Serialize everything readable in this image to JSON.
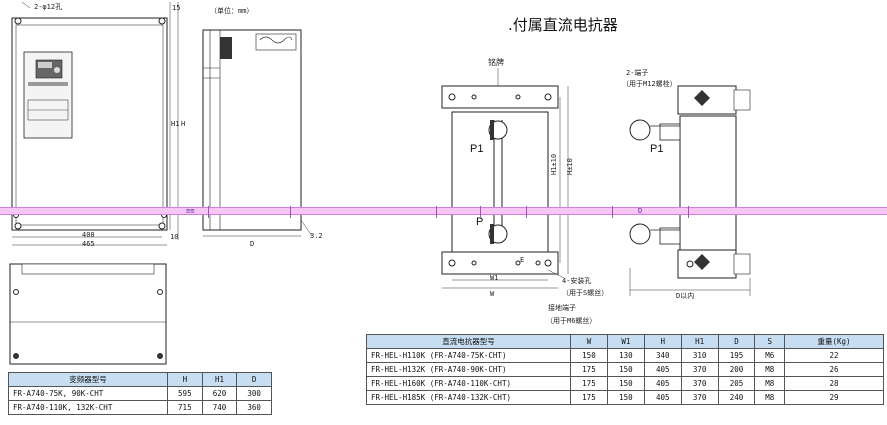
{
  "left_drawing": {
    "hole_label": "2-φ12孔",
    "unit_label": "（单位：mm）",
    "dim_15": "15",
    "dim_H1": "H1",
    "dim_H": "H",
    "dim_10": "10",
    "dim_400": "400",
    "dim_465": "465",
    "dim_D": "D",
    "dim_32": "3.2"
  },
  "inverter_table": {
    "headers": [
      "变频器型号",
      "H",
      "H1",
      "D"
    ],
    "rows": [
      [
        "FR-A740-75K, 90K-CHT",
        "595",
        "620",
        "300"
      ],
      [
        "FR-A740-110K, 132K-CHT",
        "715",
        "740",
        "360"
      ]
    ]
  },
  "reactor_section": {
    "title": ".付属直流电抗器",
    "nameplate": "铭牌",
    "terminal_label": "2-端子",
    "terminal_note": "（用于M12螺栓）",
    "p1": "P1",
    "p": "P",
    "dim_h10": "H±10",
    "dim_h1_10": "H1±10",
    "dim_w1": "W1",
    "dim_w": "W",
    "mount_holes": "4-安装孔",
    "mount_note": "（用于S螺丝）",
    "ground_terminal": "接地端子",
    "ground_note": "（用于M6螺丝）",
    "dim_d": "D以内",
    "e_mark": "E"
  },
  "reactor_table": {
    "headers": [
      "直流电抗器型号",
      "W",
      "W1",
      "H",
      "H1",
      "D",
      "S",
      "重量(Kg)"
    ],
    "rows": [
      [
        "FR-HEL-H110K (FR-A740-75K-CHT)",
        "150",
        "130",
        "340",
        "310",
        "195",
        "M6",
        "22"
      ],
      [
        "FR-HEL-H132K (FR-A740-90K-CHT)",
        "175",
        "150",
        "405",
        "370",
        "200",
        "M8",
        "26"
      ],
      [
        "FR-HEL-H160K (FR-A740-110K-CHT)",
        "175",
        "150",
        "405",
        "370",
        "205",
        "M8",
        "28"
      ],
      [
        "FR-HEL-H185K (FR-A740-132K-CHT)",
        "175",
        "150",
        "405",
        "370",
        "240",
        "M8",
        "29"
      ]
    ]
  },
  "highlight": {
    "mark_left": "≡≡",
    "mark_d": "D"
  },
  "colors": {
    "table_header": "#c7ddf1",
    "highlight_band": "#f7c6f7",
    "line": "#222222"
  }
}
